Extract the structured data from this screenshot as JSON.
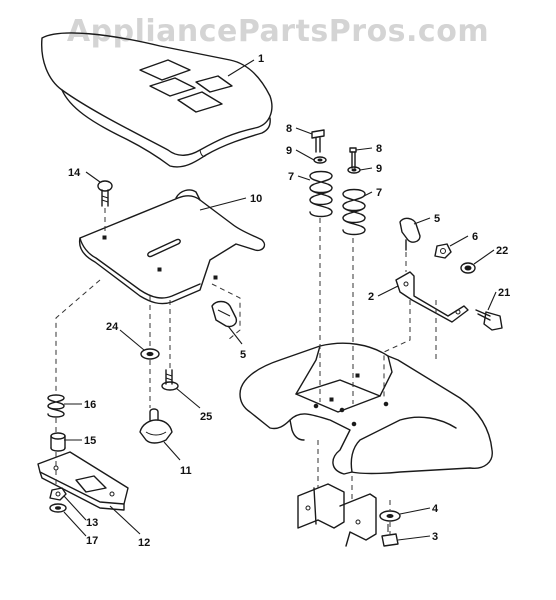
{
  "watermark": "AppliancePartsPros.com",
  "callouts": [
    {
      "id": "seat",
      "label": "1"
    },
    {
      "id": "bolt-14",
      "label": "14"
    },
    {
      "id": "pan-10",
      "label": "10"
    },
    {
      "id": "bolt-8a",
      "label": "8"
    },
    {
      "id": "washer-9a",
      "label": "9"
    },
    {
      "id": "spring-7a",
      "label": "7"
    },
    {
      "id": "bolt-8b",
      "label": "8"
    },
    {
      "id": "washer-9b",
      "label": "9"
    },
    {
      "id": "spring-7b",
      "label": "7"
    },
    {
      "id": "knob-5a",
      "label": "5"
    },
    {
      "id": "nut-6",
      "label": "6"
    },
    {
      "id": "nut-22",
      "label": "22"
    },
    {
      "id": "bracket-2",
      "label": "2"
    },
    {
      "id": "bolt-21",
      "label": "21"
    },
    {
      "id": "knob-5b",
      "label": "5"
    },
    {
      "id": "washer-24",
      "label": "24"
    },
    {
      "id": "spring-16",
      "label": "16"
    },
    {
      "id": "bushing-15",
      "label": "15"
    },
    {
      "id": "bolt-25",
      "label": "25"
    },
    {
      "id": "knob-11",
      "label": "11"
    },
    {
      "id": "plate-12",
      "label": "12"
    },
    {
      "id": "nut-13",
      "label": "13"
    },
    {
      "id": "washer-17",
      "label": "17"
    },
    {
      "id": "washer-4",
      "label": "4"
    },
    {
      "id": "bolt-3",
      "label": "3"
    }
  ]
}
